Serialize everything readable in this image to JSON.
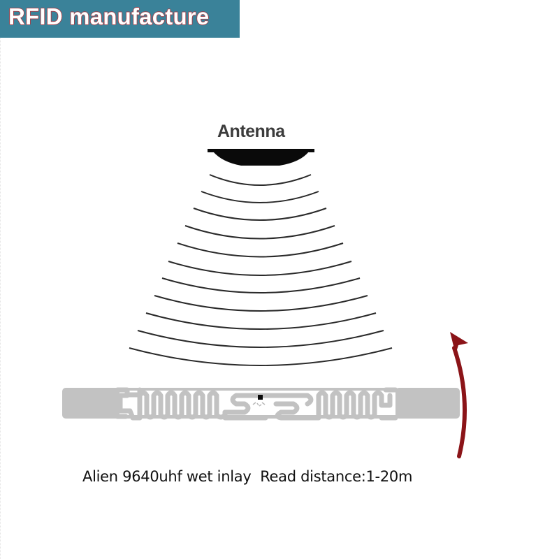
{
  "banner": {
    "title": "RFID manufacture",
    "background_color": "#3a8299",
    "text_color": "#ffffff"
  },
  "diagram": {
    "antenna_label": "Antenna",
    "wave_count": 11,
    "inlay_color": "#c0c0c0",
    "arrow_color": "#8b1418",
    "icons": [
      "antenna-reader-icon",
      "radio-wave-arcs",
      "rfid-inlay-antenna",
      "rfid-chip",
      "rotation-arrow-icon"
    ]
  },
  "caption": {
    "text": "Alien 9640uhf wet inlay  Read distance:1-20m",
    "product": "Alien 9640uhf wet inlay",
    "read_distance_label": "Read distance:",
    "read_distance_value": "1-20m"
  }
}
